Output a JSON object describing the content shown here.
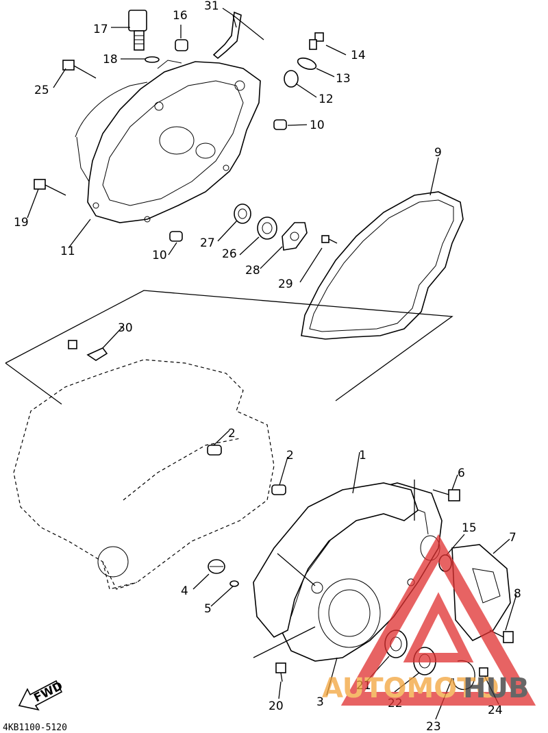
{
  "diagram": {
    "part_code": "4KB1100-5120",
    "fwd_label": "FWD",
    "callouts": [
      "1",
      "2",
      "2",
      "3",
      "4",
      "5",
      "6",
      "7",
      "8",
      "9",
      "10",
      "10",
      "11",
      "12",
      "13",
      "14",
      "15",
      "16",
      "17",
      "18",
      "19",
      "20",
      "21",
      "22",
      "23",
      "24",
      "25",
      "26",
      "27",
      "28",
      "29",
      "30",
      "31"
    ]
  },
  "watermark": {
    "text_a": "AUTOMOTO",
    "text_b": "HUB",
    "color_a": "#f2a33a",
    "color_b": "#333333",
    "logo_color": "#e03030"
  }
}
